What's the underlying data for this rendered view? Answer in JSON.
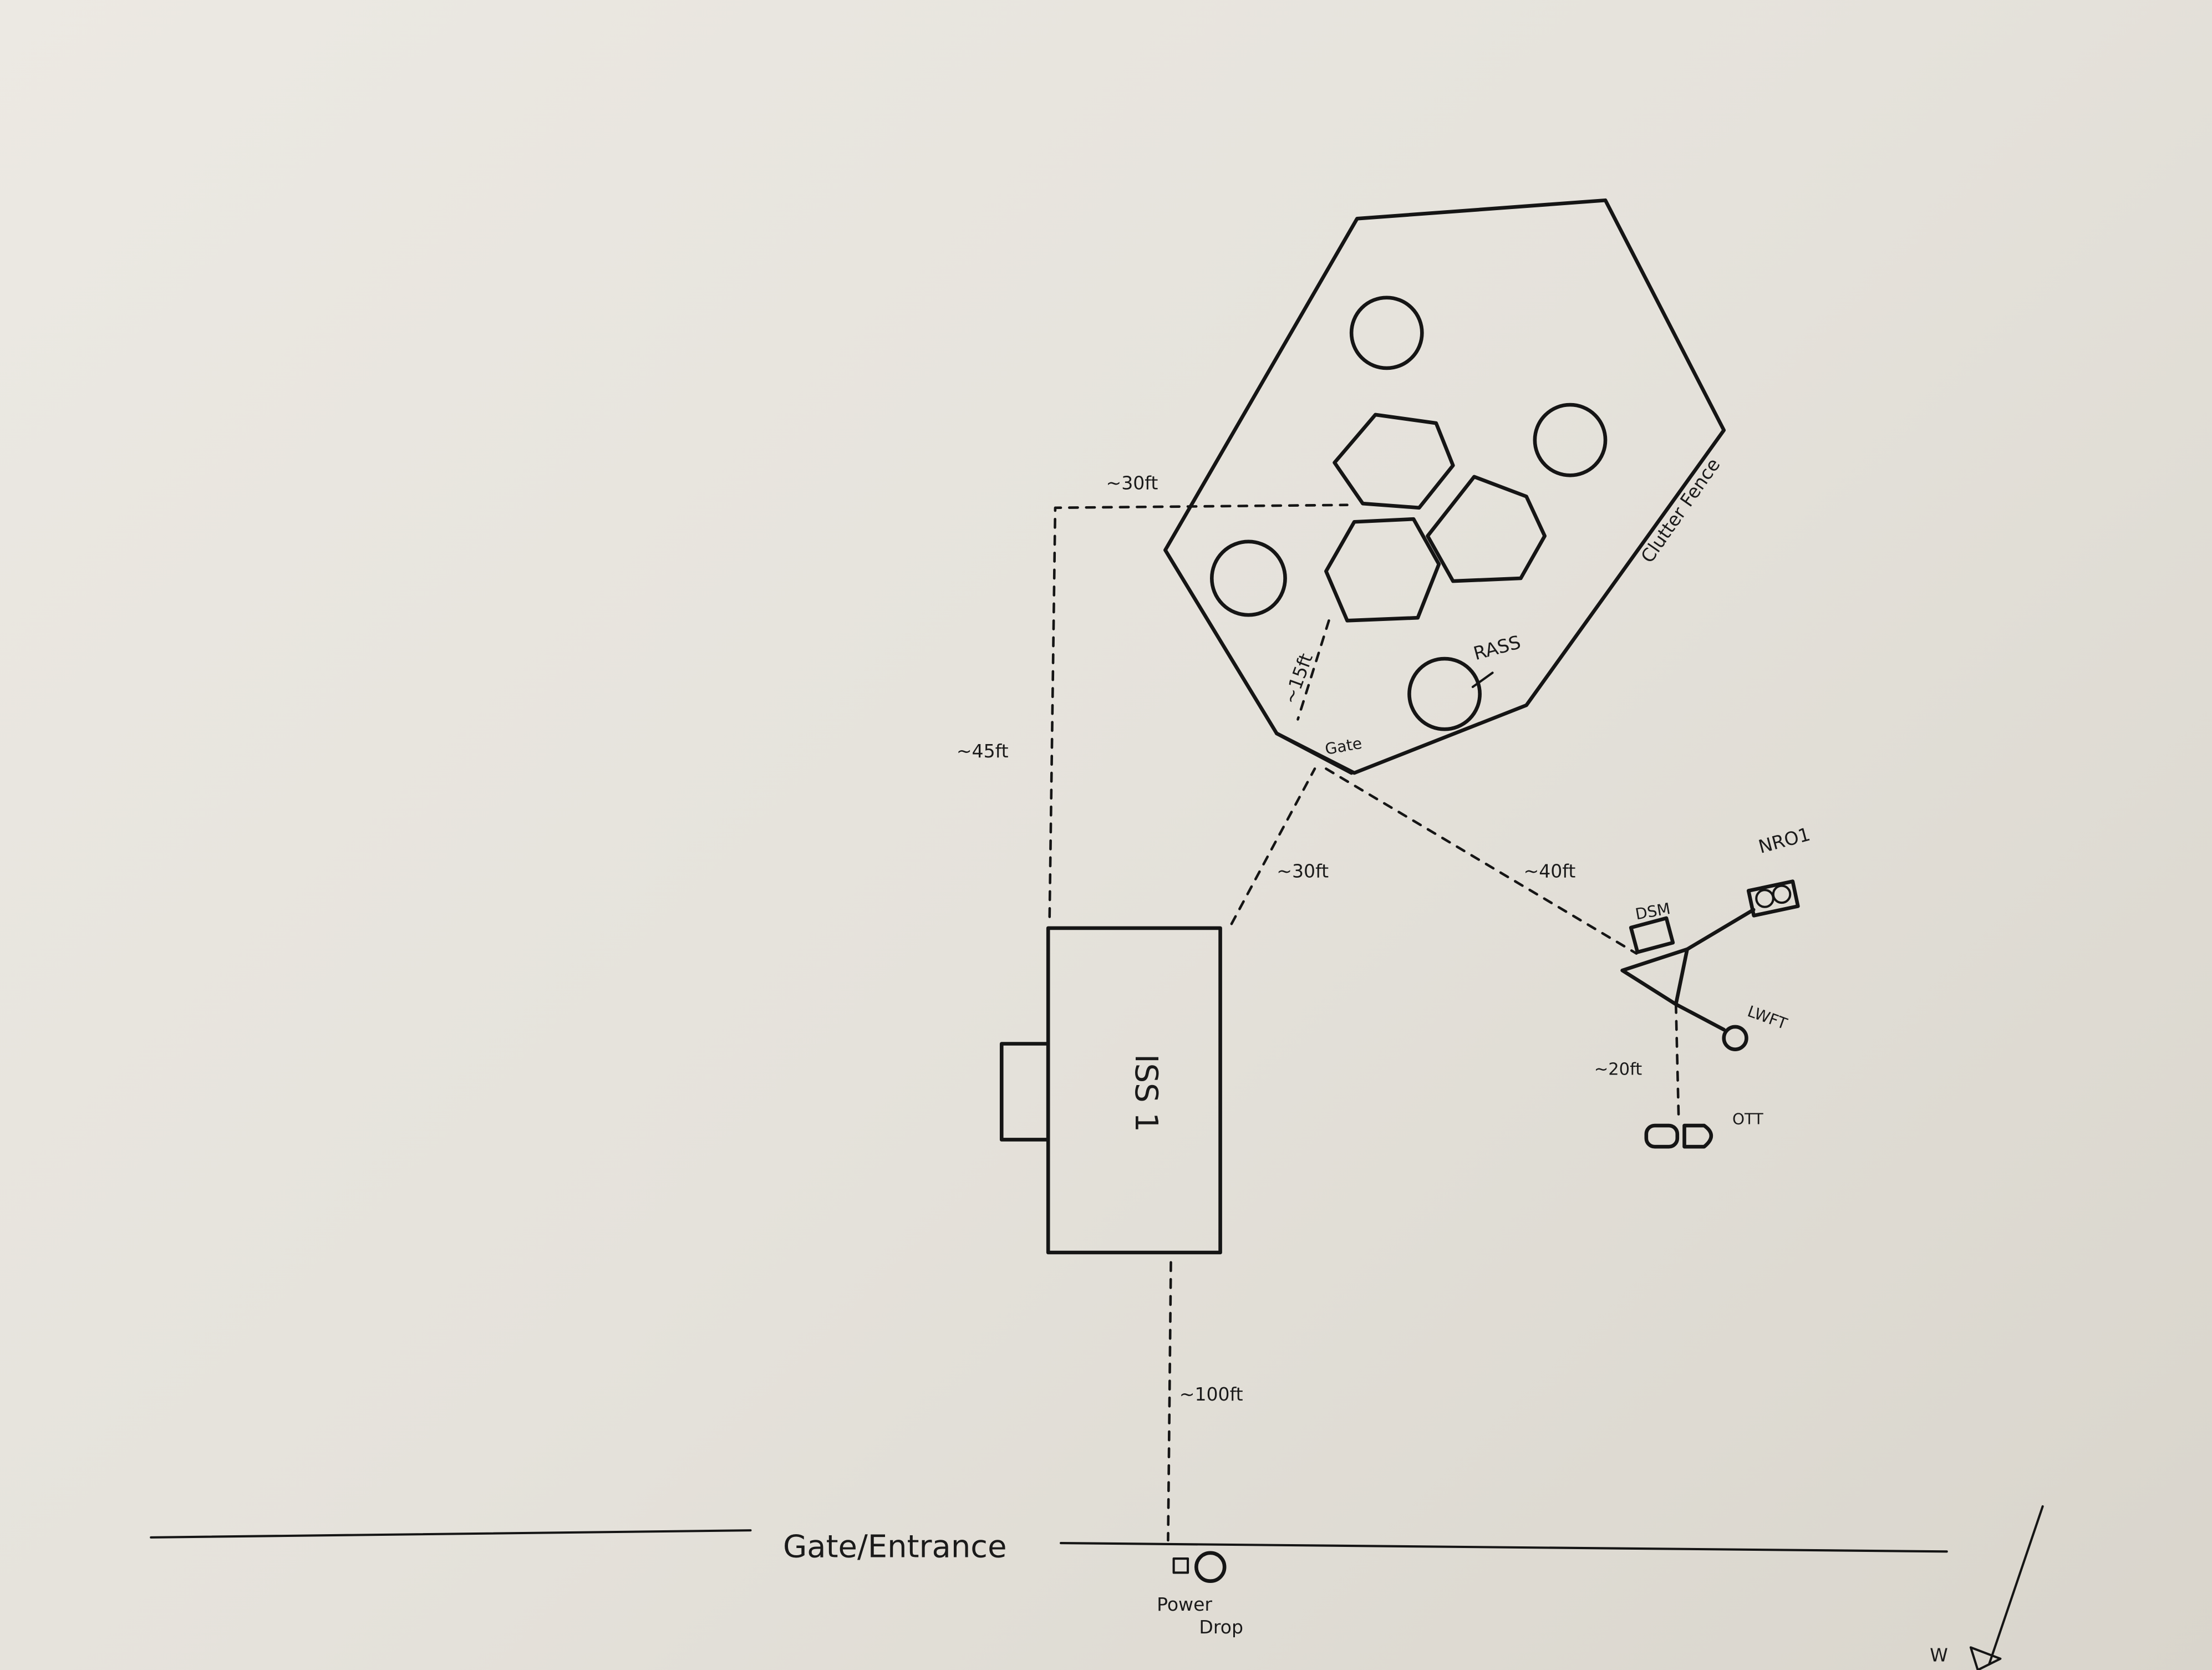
{
  "title": "Site layout sketch",
  "labels": {
    "dist_top": "~30ft",
    "dist_left": "~45ft",
    "dist_gate_inner": "~15ft",
    "gate": "Gate",
    "rass": "RASS",
    "clutter_fence": "Clutter Fence",
    "dist_iss_gate": "~30ft",
    "dist_gate_dsm": "~40ft",
    "nro1": "NRO1",
    "dsm": "DSM",
    "lwft": "LWFT",
    "dist_ott": "~20ft",
    "ott": "OTT",
    "iss": "ISS 1",
    "dist_power": "~100ft",
    "entrance": "Gate/Entrance",
    "power_drop_1": "Power",
    "power_drop_2": "Drop",
    "north_arrow": "W"
  },
  "colors": {
    "ink": "#151515",
    "paper": "#e8e5de"
  }
}
